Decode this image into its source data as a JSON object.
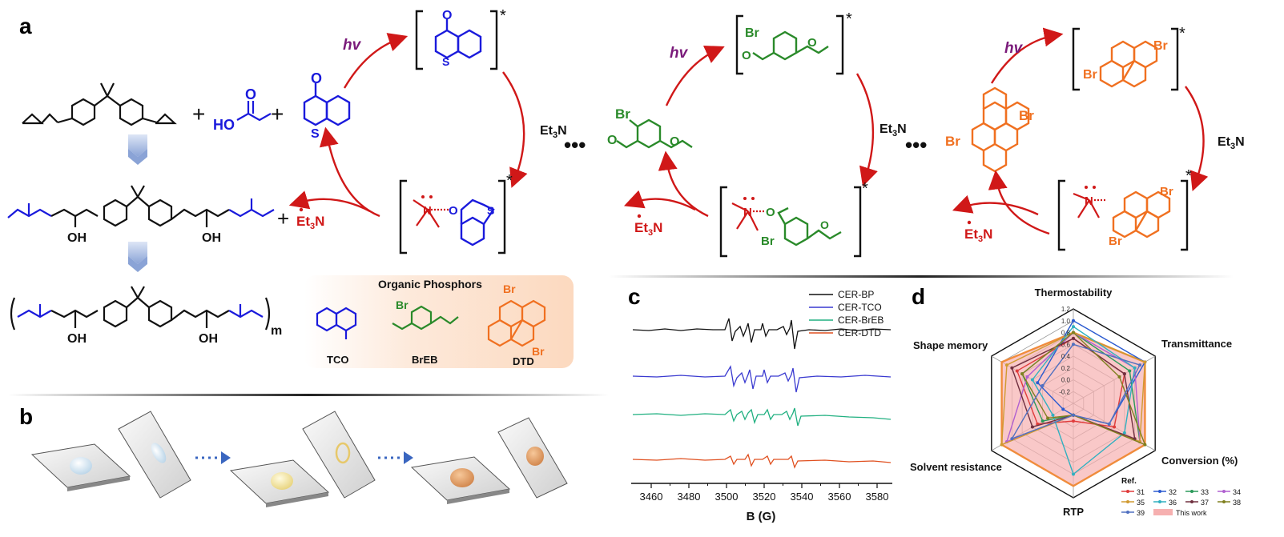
{
  "panels": {
    "a": "a",
    "b": "b",
    "c": "c",
    "d": "d"
  },
  "scheme": {
    "plus": "+",
    "dots": "•••",
    "star": "*",
    "hv": "hv",
    "et3n": {
      "main": "Et",
      "sub": "3",
      "tail": "N"
    },
    "polymer_repeat": "m",
    "substituents": {
      "br": "Br",
      "o": "O",
      "s": "S",
      "ho": "HO",
      "oh": "OH"
    },
    "colors": {
      "tco": "#1a1adc",
      "breb": "#2a8a2a",
      "dtd": "#f07020",
      "arrow": "#d01818",
      "hv": "#7a1a7a",
      "black": "#111111"
    }
  },
  "phosphors_box": {
    "title": "Organic Phosphors",
    "labels": [
      "TCO",
      "BrEB",
      "DTD"
    ],
    "fill": "#fde7d6"
  },
  "panel_c": {
    "xlabel": "B (G)",
    "ticks": [
      "3460",
      "3480",
      "3500",
      "3520",
      "3540",
      "3560",
      "3580"
    ],
    "legend": [
      {
        "name": "CER-BP",
        "color": "#111111"
      },
      {
        "name": "CER-TCO",
        "color": "#3a3ad0"
      },
      {
        "name": "CER-BrEB",
        "color": "#20b080"
      },
      {
        "name": "CER-DTD",
        "color": "#e05020"
      }
    ]
  },
  "chart_data": {
    "type": "radar",
    "axes": [
      "Thermostability",
      "Transmittance",
      "Conversion (%)",
      "RTP",
      "Solvent resistance",
      "Shape memory"
    ],
    "radial_ticks": [
      "-0.2",
      "0.0",
      "0.2",
      "0.4",
      "0.6",
      "0.8",
      "1.0",
      "1.2"
    ],
    "rlim": [
      -0.4,
      1.2
    ],
    "legend_title": "Ref.",
    "series": [
      {
        "name": "31",
        "color": "#e03c3c",
        "values": [
          0.7,
          0.6,
          0.4,
          -0.1,
          0.3,
          0.7
        ]
      },
      {
        "name": "32",
        "color": "#2a5ad0",
        "values": [
          1.0,
          1.0,
          0.3,
          -0.2,
          -0.2,
          0.3
        ]
      },
      {
        "name": "33",
        "color": "#2a9a5a",
        "values": [
          0.8,
          0.7,
          0.9,
          -0.2,
          0.2,
          0.6
        ]
      },
      {
        "name": "34",
        "color": "#b060d0",
        "values": [
          0.8,
          0.8,
          0.9,
          -0.2,
          0.9,
          0.5
        ]
      },
      {
        "name": "35",
        "color": "#d09a30",
        "values": [
          0.8,
          1.0,
          0.9,
          -0.2,
          1.0,
          0.9
        ]
      },
      {
        "name": "36",
        "color": "#30b0c0",
        "values": [
          0.9,
          0.8,
          0.6,
          0.8,
          0.0,
          0.4
        ]
      },
      {
        "name": "37",
        "color": "#703040",
        "values": [
          0.7,
          0.6,
          0.8,
          -0.2,
          0.4,
          0.8
        ]
      },
      {
        "name": "38",
        "color": "#808020",
        "values": [
          0.8,
          0.5,
          1.0,
          -0.2,
          0.1,
          0.6
        ]
      },
      {
        "name": "39",
        "color": "#5070c0",
        "values": [
          0.6,
          0.9,
          0.3,
          -0.2,
          0.8,
          0.2
        ]
      },
      {
        "name": "This work",
        "color": "#f08c3c",
        "fill": "#f6b0b0",
        "values": [
          0.8,
          1.0,
          1.0,
          1.0,
          1.0,
          1.0
        ]
      }
    ]
  }
}
